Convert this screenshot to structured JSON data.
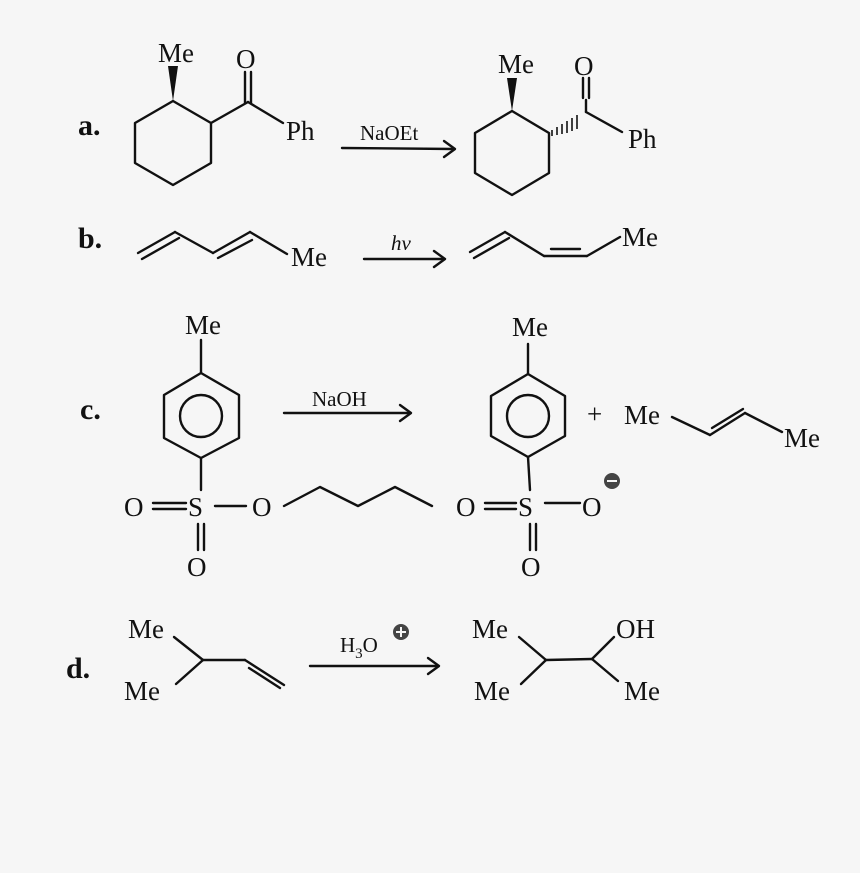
{
  "reactions": [
    {
      "label": "a.",
      "reagent": "NaOEt",
      "reactant": {
        "substituents": [
          "Me",
          "O",
          "Ph"
        ],
        "description": "cis-2-methylcyclohexyl phenyl ketone (Me wedge)"
      },
      "product": {
        "substituents": [
          "Me",
          "O",
          "Ph"
        ],
        "description": "trans-2-methylcyclohexyl phenyl ketone (Me wedge, acyl hashed)"
      }
    },
    {
      "label": "b.",
      "reagent": "hv",
      "reactant": {
        "substituents": [
          "Me"
        ],
        "description": "(E)-1,3-pentadiene"
      },
      "product": {
        "substituents": [
          "Me"
        ],
        "description": "(Z)-1,3-pentadiene"
      }
    },
    {
      "label": "c.",
      "reagent": "NaOH",
      "reactant": {
        "substituents": [
          "Me",
          "O",
          "S",
          "O",
          "O"
        ],
        "description": "butyl p-toluenesulfonate"
      },
      "product": {
        "substituents": [
          "Me",
          "O",
          "S",
          "O",
          "O"
        ],
        "charge": "−",
        "description": "p-toluenesulfonate anion"
      },
      "plus": "+",
      "coproduct": {
        "substituents": [
          "Me",
          "Me"
        ],
        "description": "(E)-2-butene"
      }
    },
    {
      "label": "d.",
      "reagent_main": "H",
      "reagent_sub": "3",
      "reagent_tail": "O",
      "reagent_charge": "+",
      "reactant": {
        "substituents": [
          "Me",
          "Me"
        ],
        "description": "3-methyl-1-butene"
      },
      "product": {
        "substituents": [
          "Me",
          "OH",
          "Me",
          "Me"
        ],
        "description": "3-methyl-2-butanol"
      }
    }
  ]
}
